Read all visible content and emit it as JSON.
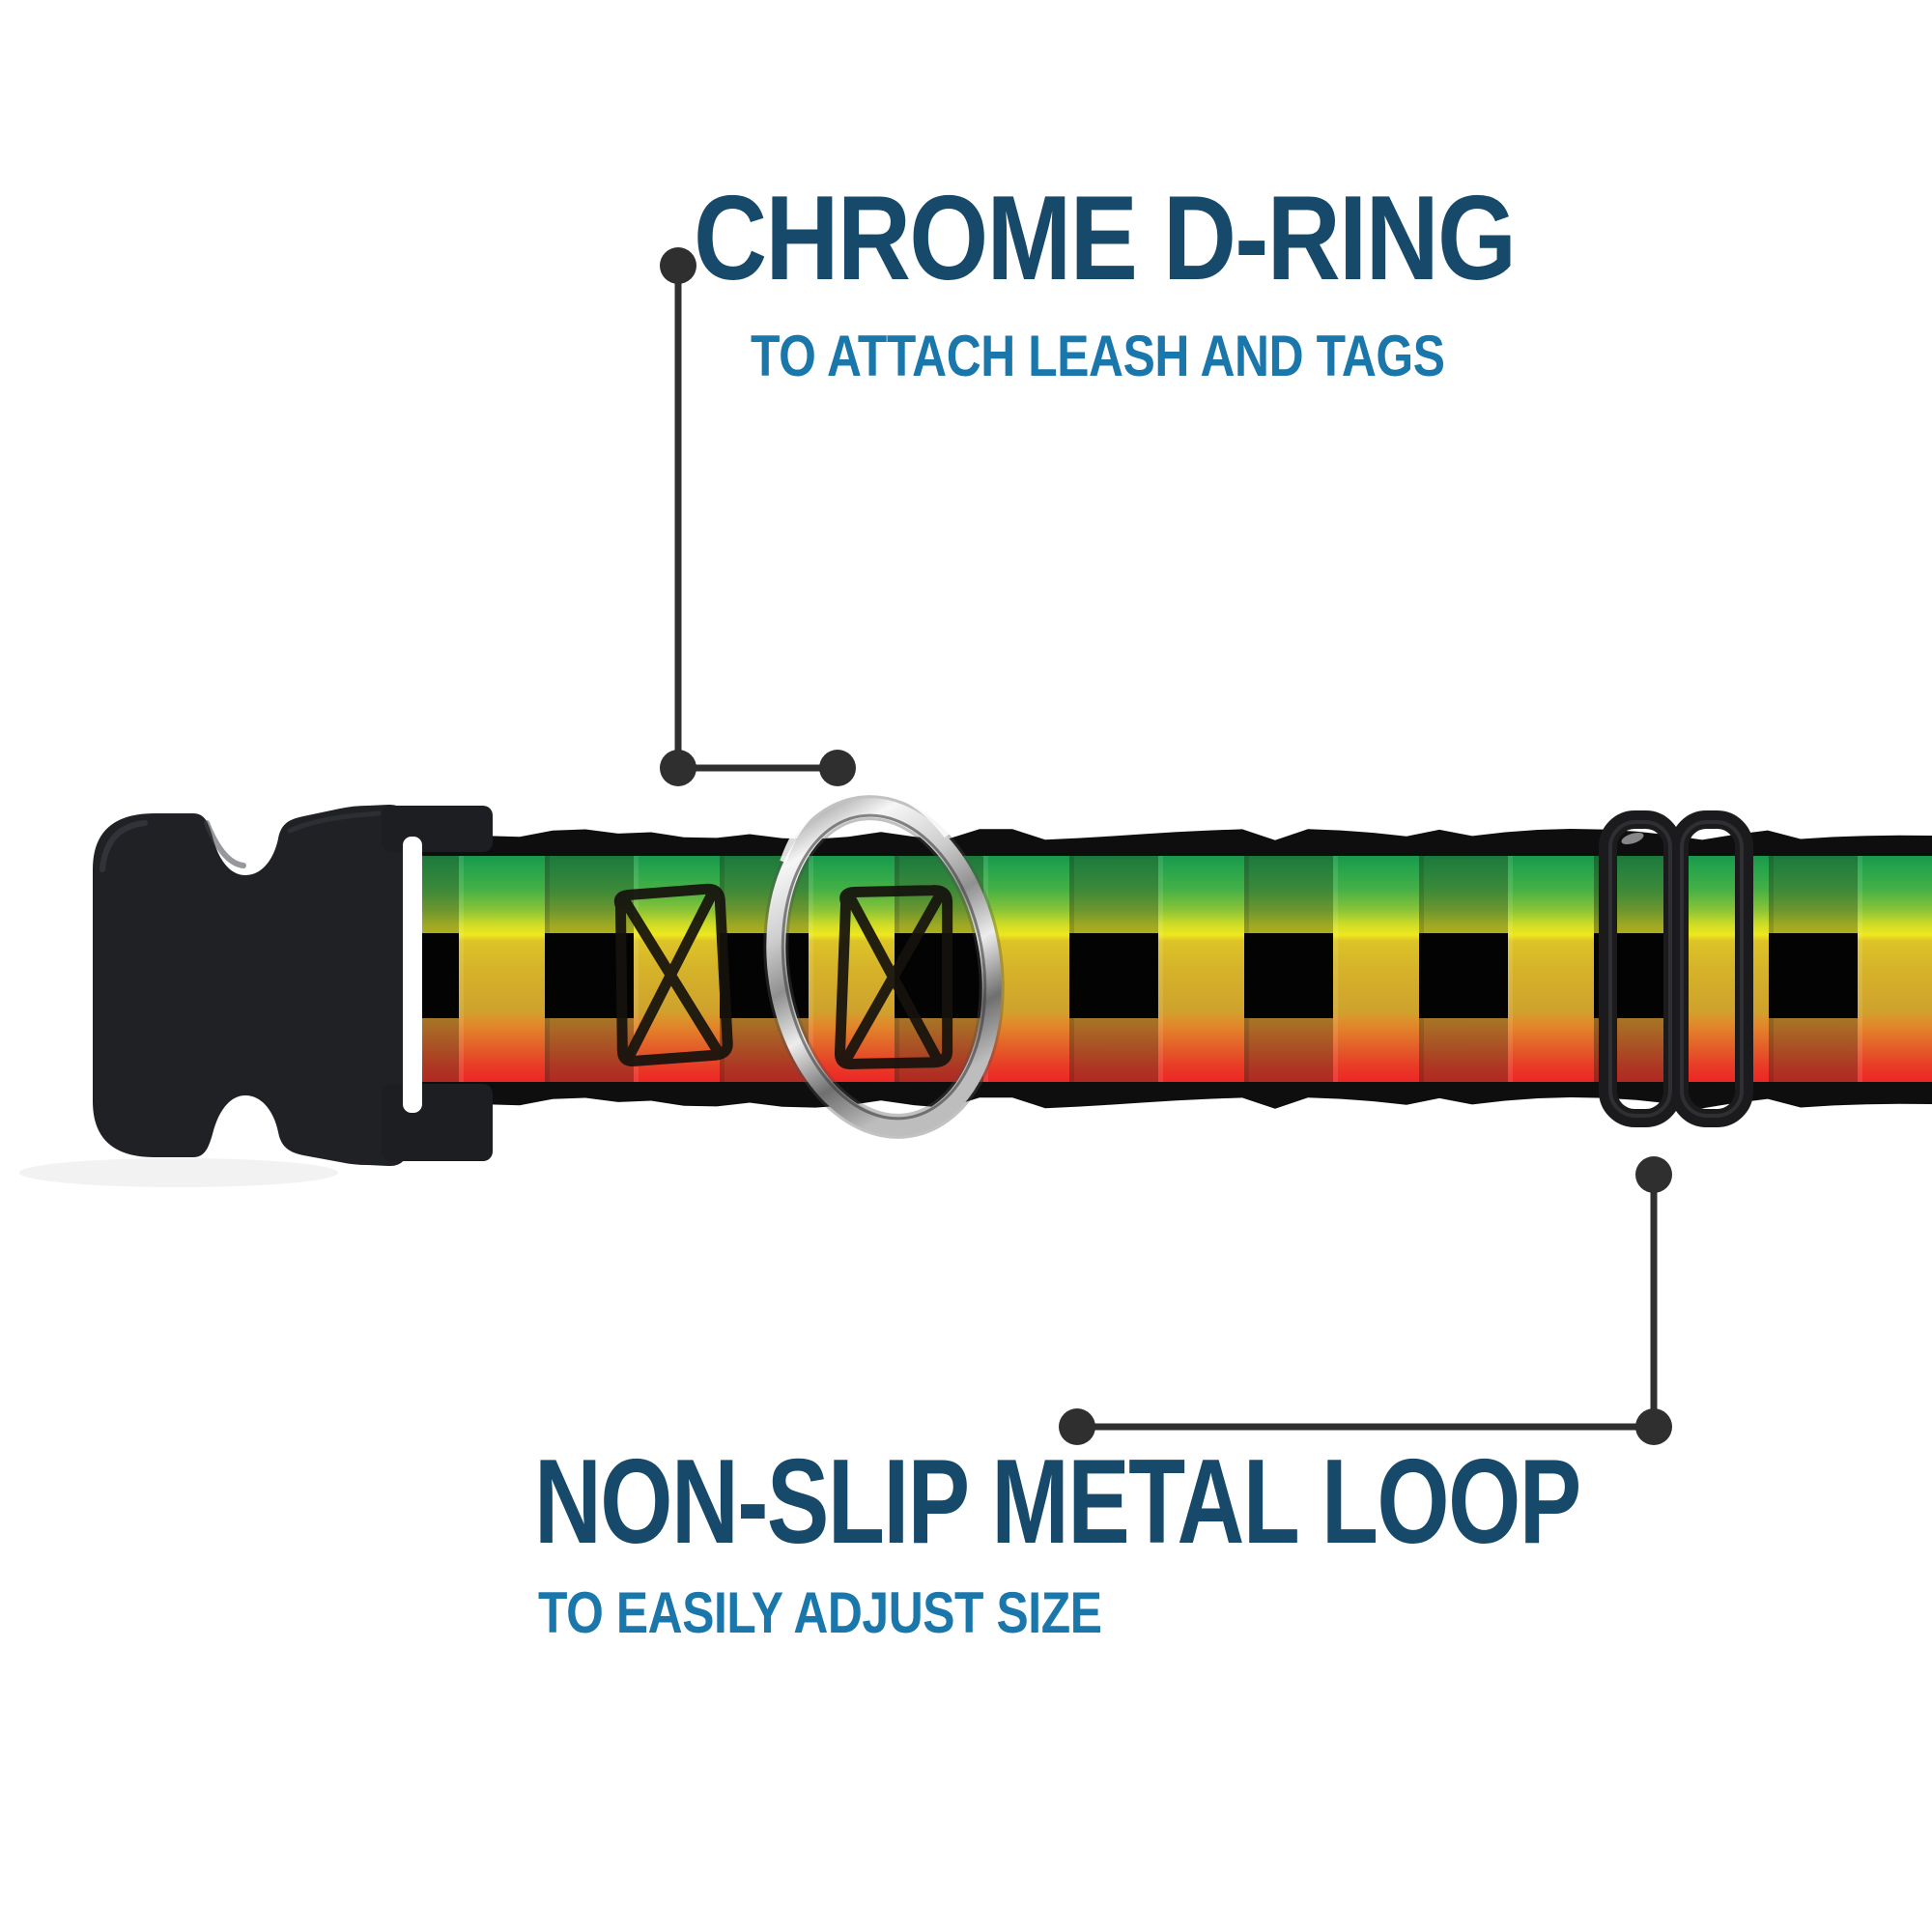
{
  "callouts": {
    "top": {
      "title": "CHROME D-RING",
      "subtitle": "TO ATTACH LEASH AND TAGS"
    },
    "bottom": {
      "title": "NON-SLIP METAL LOOP",
      "subtitle": "TO EASILY ADJUST SIZE"
    }
  },
  "colors": {
    "title_navy": "#17496a",
    "subtitle_blue": "#1a77ab",
    "leader_line": "#2f2f2f",
    "strap_green": "#1a9c4b",
    "strap_yellow": "#eee71e",
    "strap_mustard": "#d4b129",
    "strap_orange": "#e2702a",
    "strap_red": "#ee1e25",
    "strap_square_black": "#030303",
    "hardware_black": "#1c1d1f",
    "chrome_light": "#f2f2f2",
    "chrome_dark": "#6b6b6b"
  },
  "parts": {
    "buckle": "side-release-buckle",
    "ring": "chrome-d-ring",
    "loop": "adjuster-loop"
  }
}
